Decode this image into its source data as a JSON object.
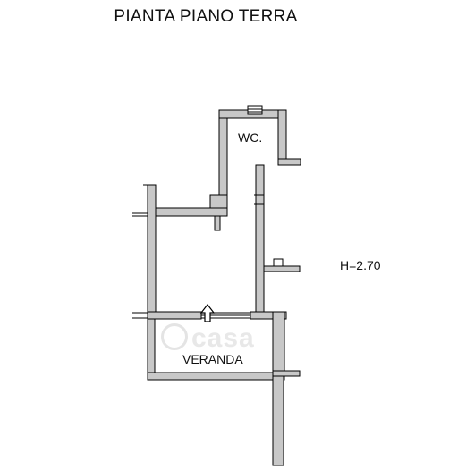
{
  "plan": {
    "title": "PIANTA PIANO TERRA",
    "rooms": {
      "wc": "WC.",
      "veranda": "VERANDA"
    },
    "height_note": "H=2.70",
    "watermark": "casa"
  },
  "colors": {
    "wall_fill": "#c8c8c8",
    "line": "#000000",
    "background": "#ffffff"
  }
}
